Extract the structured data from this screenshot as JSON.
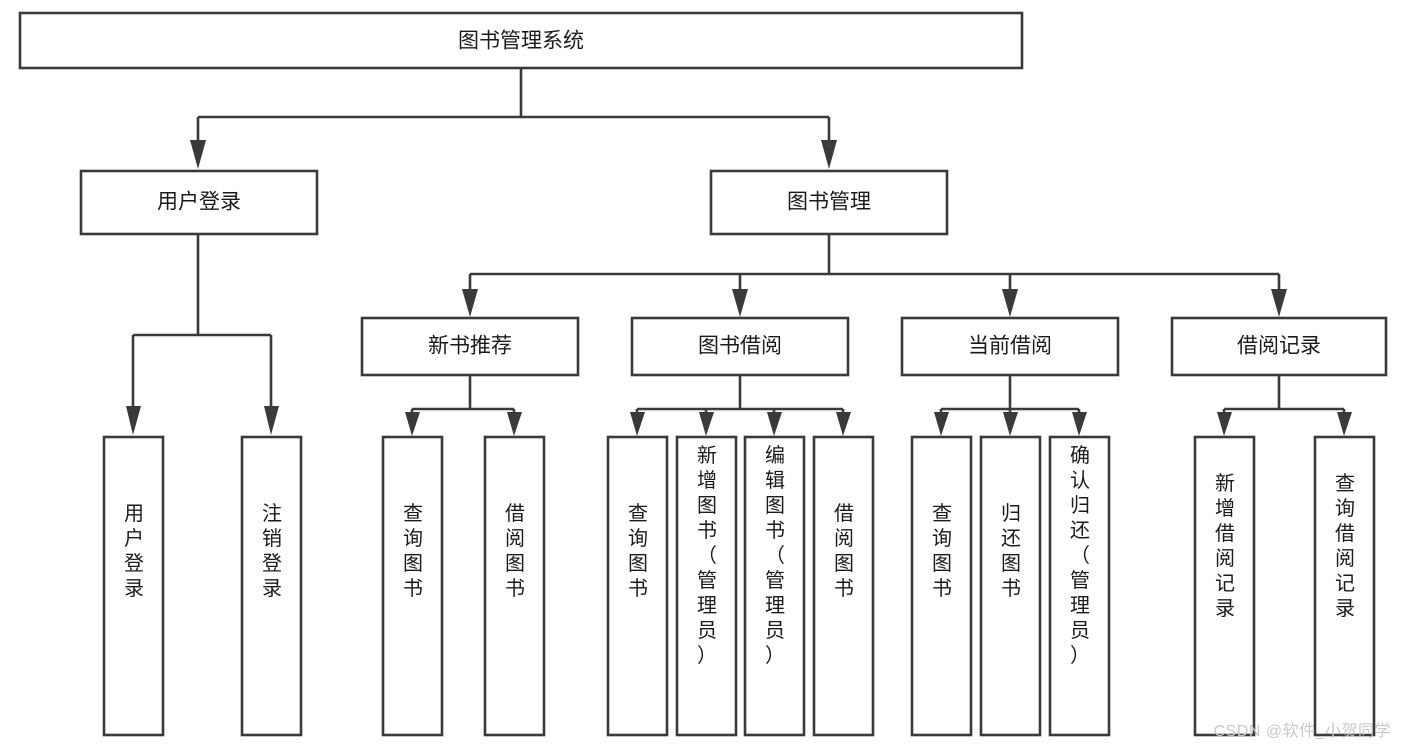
{
  "diagram": {
    "title_node": {
      "label": "图书管理系统"
    },
    "level1": [
      {
        "label": "用户登录"
      },
      {
        "label": "图书管理"
      }
    ],
    "level2": [
      {
        "label": "新书推荐"
      },
      {
        "label": "图书借阅"
      },
      {
        "label": "当前借阅"
      },
      {
        "label": "借阅记录"
      }
    ],
    "leaves": {
      "user_login": [
        {
          "label": "用户登录"
        },
        {
          "label": "注销登录"
        }
      ],
      "new_book_recommend": [
        {
          "label": "查询图书"
        },
        {
          "label": "借阅图书"
        }
      ],
      "book_borrow": [
        {
          "label": "查询图书"
        },
        {
          "label": "新增图书（管理员）"
        },
        {
          "label": "编辑图书（管理员）"
        },
        {
          "label": "借阅图书"
        }
      ],
      "current_borrow": [
        {
          "label": "查询图书"
        },
        {
          "label": "归还图书"
        },
        {
          "label": "确认归还（管理员）"
        }
      ],
      "borrow_record": [
        {
          "label": "新增借阅记录"
        },
        {
          "label": "查询借阅记录"
        }
      ]
    }
  },
  "watermark": {
    "text": "CSDN @软件_小贺同学"
  },
  "colors": {
    "stroke": "#3a3a3a",
    "fill": "#ffffff",
    "text": "#1b1b1b",
    "watermark": "#c9c9c9"
  }
}
